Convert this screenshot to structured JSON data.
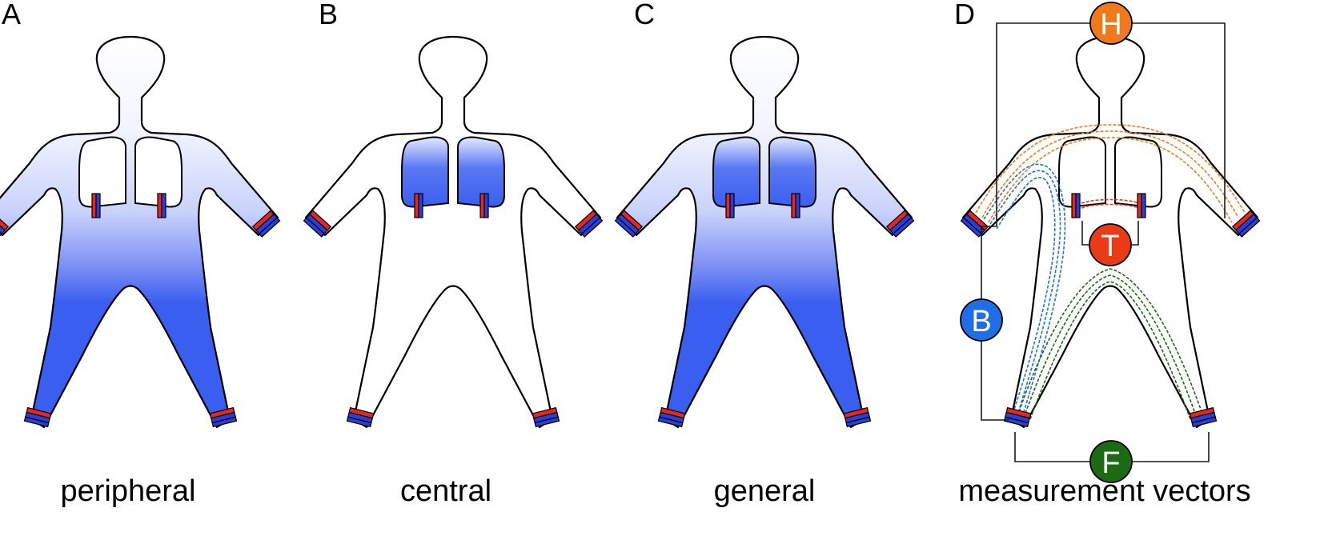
{
  "panels": [
    {
      "id": "A",
      "letter": "A",
      "caption": "peripheral"
    },
    {
      "id": "B",
      "letter": "B",
      "caption": "central"
    },
    {
      "id": "C",
      "letter": "C",
      "caption": "general"
    },
    {
      "id": "D",
      "letter": "D",
      "caption": "measurement vectors"
    }
  ],
  "vector_nodes": {
    "H": {
      "label": "H",
      "color": "#f07a1a"
    },
    "T": {
      "label": "T",
      "color": "#ea3a16"
    },
    "B": {
      "label": "B",
      "color": "#1f6ee8"
    },
    "F": {
      "label": "F",
      "color": "#1c6b14"
    }
  },
  "colors": {
    "fluid_blue": "#3a5ef0",
    "electrode_red": "#e8261e",
    "electrode_blue": "#2b3fd8",
    "outline": "#000000"
  }
}
